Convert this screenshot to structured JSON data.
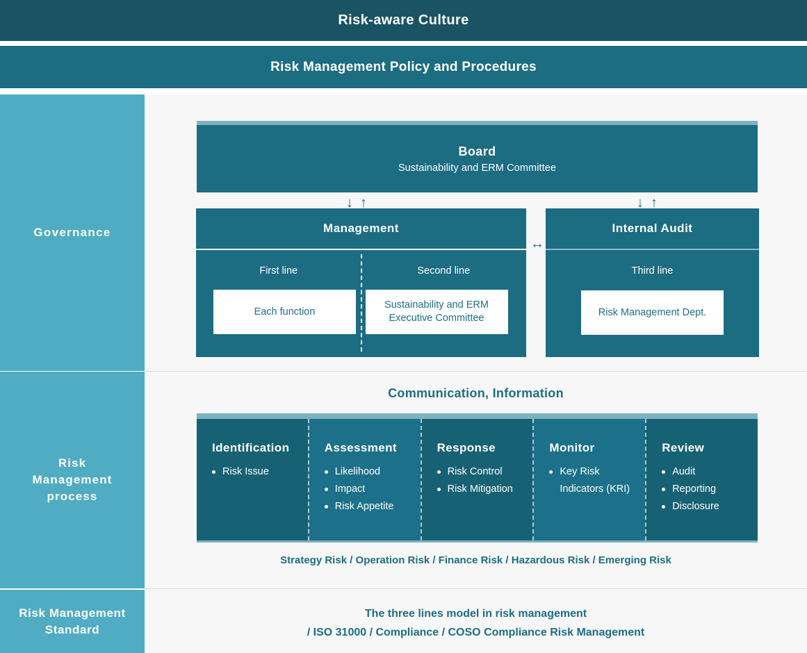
{
  "banners": {
    "culture": "Risk-aware Culture",
    "policy": "Risk Management Policy and Procedures"
  },
  "rail": {
    "governance": "Governance",
    "process_line1": "Risk",
    "process_line2": "Management",
    "process_line3": "process",
    "standard_line1": "Risk Management",
    "standard_line2": "Standard"
  },
  "governance": {
    "board": {
      "title": "Board",
      "subtitle": "Sustainability and ERM Committee"
    },
    "arrows": {
      "down": "↓",
      "up": "↑",
      "horizontal": "↔"
    },
    "management": {
      "header": "Management",
      "first_line_label": "First line",
      "second_line_label": "Second line",
      "first_line_card": "Each function",
      "second_line_card": "Sustainability and ERM Executive Committee"
    },
    "internal_audit": {
      "header": "Internal Audit",
      "third_line_label": "Third line",
      "third_line_card": "Risk Management Dept."
    }
  },
  "process": {
    "communication_title": "Communication, Information",
    "columns": [
      {
        "title": "Identification",
        "items": [
          "Risk Issue"
        ]
      },
      {
        "title": "Assessment",
        "items": [
          "Likelihood",
          "Impact",
          "Risk Appetite"
        ]
      },
      {
        "title": "Response",
        "items": [
          "Risk Control",
          "Risk Mitigation"
        ]
      },
      {
        "title": "Monitor",
        "items": [
          "Key Risk Indicators (KRI)"
        ]
      },
      {
        "title": "Review",
        "items": [
          "Audit",
          "Reporting",
          "Disclosure"
        ]
      }
    ],
    "risk_types": "Strategy Risk / Operation Risk / Finance Risk / Hazardous Risk / Emerging Risk"
  },
  "standard": {
    "line1": "The three lines model in risk management",
    "line2": "/ ISO 31000 / Compliance / COSO Compliance Risk Management"
  },
  "colors": {
    "dark_teal": "#1a5464",
    "teal": "#1c6e84",
    "light_blue": "#4facc2",
    "pale_blue": "#7eb2c1",
    "page_bg": "#f7f7f7",
    "column_dark": "#176174",
    "column_light": "#1c7089"
  },
  "column_shades": [
    "#176174",
    "#1c7089",
    "#176174",
    "#1c7089",
    "#176174"
  ]
}
